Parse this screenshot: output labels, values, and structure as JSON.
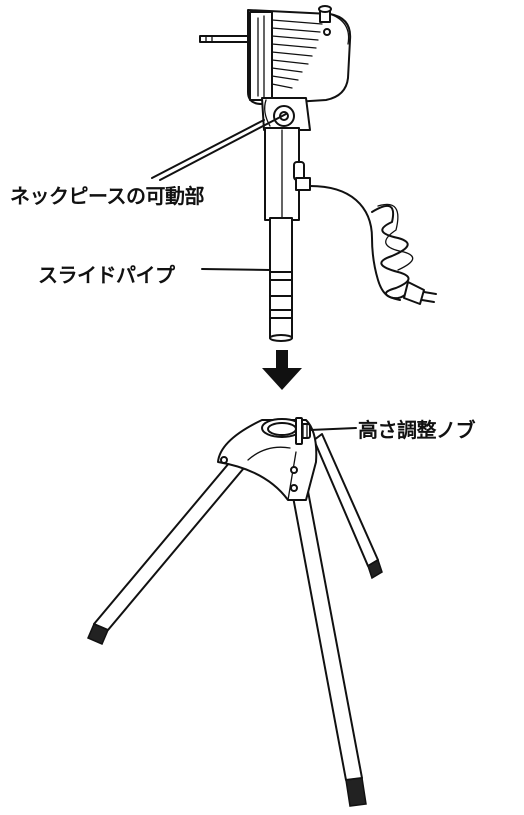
{
  "labels": {
    "neck_piece": "ネックピースの可動部",
    "slide_pipe": "スライドパイプ",
    "height_knob": "高さ調整ノブ"
  },
  "colors": {
    "line": "#111111",
    "background": "#ffffff"
  },
  "icons": {
    "assembly_arrow": "arrow-down-icon"
  }
}
